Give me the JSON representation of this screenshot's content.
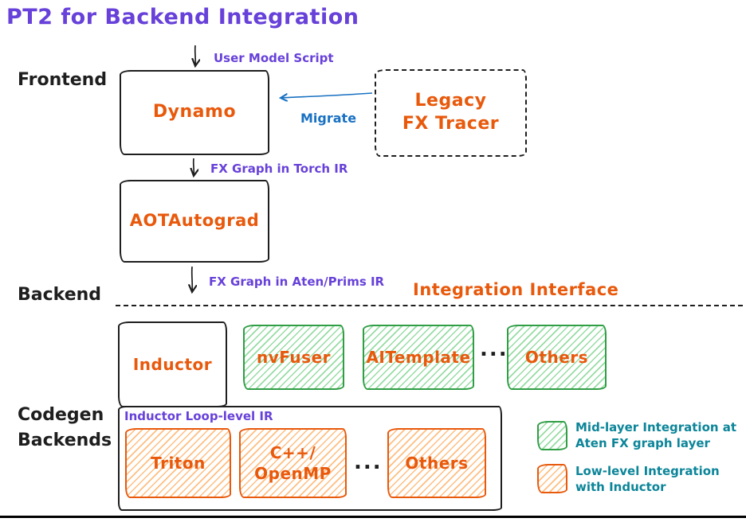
{
  "title": "PT2 for Backend Integration",
  "labels": {
    "frontend": "Frontend",
    "backend": "Backend",
    "codegen_backends": "Codegen\nBackends"
  },
  "flow": {
    "user_model_script": "User Model Script",
    "dynamo": "Dynamo",
    "legacy_fx_tracer": "Legacy\nFX Tracer",
    "migrate": "Migrate",
    "fx_graph_torch_ir": "FX Graph in Torch IR",
    "aotautograd": "AOTAutograd",
    "fx_graph_aten_prims_ir": "FX Graph in Aten/Prims IR"
  },
  "backend_section": {
    "integration_interface": "Integration Interface",
    "inductor": "Inductor",
    "mid_layer_boxes": [
      "nvFuser",
      "AITemplate",
      "Others"
    ],
    "ellipsis": "...",
    "inductor_loop_ir": "Inductor Loop-level IR",
    "low_level_boxes": [
      "Triton",
      "C++/\nOpenMP",
      "Others"
    ]
  },
  "legend": {
    "mid_layer": "Mid-layer Integration at\nAten FX graph layer",
    "low_level": "Low-level Integration\nwith Inductor"
  },
  "colors": {
    "purple": "#6741d9",
    "orange": "#e8590c",
    "blue": "#1971c2",
    "teal": "#0c8599",
    "green_border": "#2f9e44",
    "red_border": "#e8590c",
    "ink": "#1e1e1e"
  }
}
